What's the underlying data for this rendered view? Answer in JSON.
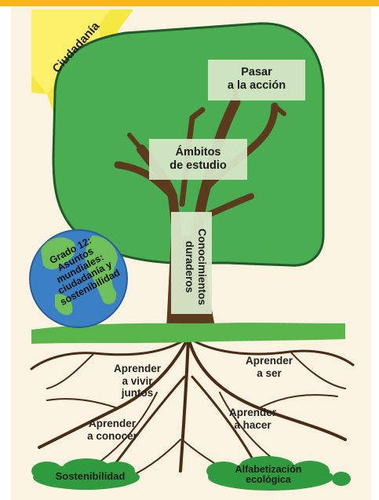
{
  "citizenship_label": "Ciudadanía",
  "crown_top_label": "Pasar\na la acción",
  "crown_mid_label": "Ámbitos\nde estudio",
  "trunk_label": "Conocimientos\nduraderos",
  "globe_label": "Grado 12:\nAsuntos\nmundiales:\nciudadanía y\nsostenibilidad",
  "roots": {
    "live_together": "Aprender\na vivir\njuntos",
    "be": "Aprender\na ser",
    "know": "Aprender\na conocer",
    "do": "Aprender\na hacer"
  },
  "bushes": {
    "left": "Sostenibilidad",
    "right": "Alfabetización\necológica"
  },
  "colors": {
    "crown": "#4aad52",
    "crown_outline": "#1f5a28",
    "trunk": "#5c3a1e",
    "ground": "#59b54a",
    "sun": "#f5e73a",
    "globe_water": "#3b7fc4",
    "globe_land": "#6fbf5a",
    "label_box": "#d9e7c9",
    "top_bar": "#f7b51a",
    "background": "#fbf3e2"
  }
}
